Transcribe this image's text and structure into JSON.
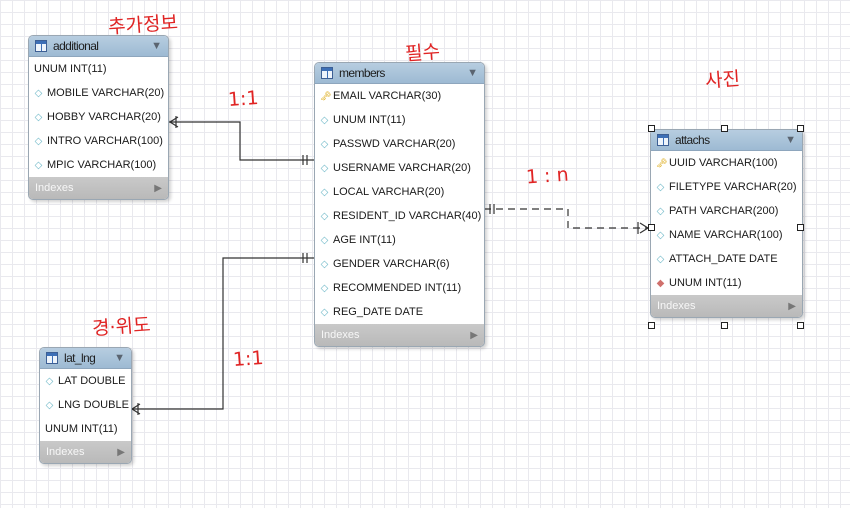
{
  "tables": {
    "additional": {
      "name": "additional",
      "columns": [
        {
          "text": "UNUM INT(11)",
          "icon": "none"
        },
        {
          "text": "MOBILE VARCHAR(20)",
          "icon": "diamond"
        },
        {
          "text": "HOBBY VARCHAR(20)",
          "icon": "diamond"
        },
        {
          "text": "INTRO VARCHAR(100)",
          "icon": "diamond"
        },
        {
          "text": "MPIC VARCHAR(100)",
          "icon": "diamond"
        }
      ],
      "indexes": "Indexes"
    },
    "members": {
      "name": "members",
      "columns": [
        {
          "text": "EMAIL VARCHAR(30)",
          "icon": "key"
        },
        {
          "text": "UNUM INT(11)",
          "icon": "diamond"
        },
        {
          "text": "PASSWD VARCHAR(20)",
          "icon": "diamond"
        },
        {
          "text": "USERNAME VARCHAR(20)",
          "icon": "diamond"
        },
        {
          "text": "LOCAL VARCHAR(20)",
          "icon": "diamond"
        },
        {
          "text": "RESIDENT_ID VARCHAR(40)",
          "icon": "diamond"
        },
        {
          "text": "AGE INT(11)",
          "icon": "diamond"
        },
        {
          "text": "GENDER VARCHAR(6)",
          "icon": "diamond"
        },
        {
          "text": "RECOMMENDED INT(11)",
          "icon": "diamond"
        },
        {
          "text": "REG_DATE DATE",
          "icon": "diamond"
        }
      ],
      "indexes": "Indexes"
    },
    "attachs": {
      "name": "attachs",
      "columns": [
        {
          "text": "UUID VARCHAR(100)",
          "icon": "key"
        },
        {
          "text": "FILETYPE VARCHAR(20)",
          "icon": "diamond"
        },
        {
          "text": "PATH VARCHAR(200)",
          "icon": "diamond"
        },
        {
          "text": "NAME VARCHAR(100)",
          "icon": "diamond"
        },
        {
          "text": "ATTACH_DATE DATE",
          "icon": "diamond"
        },
        {
          "text": "UNUM INT(11)",
          "icon": "fk"
        }
      ],
      "indexes": "Indexes"
    },
    "lat_lng": {
      "name": "lat_lng",
      "columns": [
        {
          "text": "LAT DOUBLE",
          "icon": "diamond"
        },
        {
          "text": "LNG DOUBLE",
          "icon": "diamond"
        },
        {
          "text": "UNUM INT(11)",
          "icon": "none"
        }
      ],
      "indexes": "Indexes"
    }
  },
  "annotations": {
    "additional": "추가정보",
    "members": "필수",
    "attachs": "사진",
    "lat_lng": "경·위도",
    "rel_additional": "1:1",
    "rel_attachs": "1 : n",
    "rel_lat_lng": "1:1"
  },
  "icons": {
    "table": "table-icon",
    "collapse": "collapse-triangle-icon",
    "expand": "expand-arrow-icon",
    "key": "primary-key-icon",
    "column": "column-diamond-icon",
    "fk": "foreign-key-icon"
  },
  "colors": {
    "header": "#9dbad3",
    "indexes_bar": "#c0c0c0",
    "annotation": "#e02424",
    "grid": "#e9e9ee"
  }
}
